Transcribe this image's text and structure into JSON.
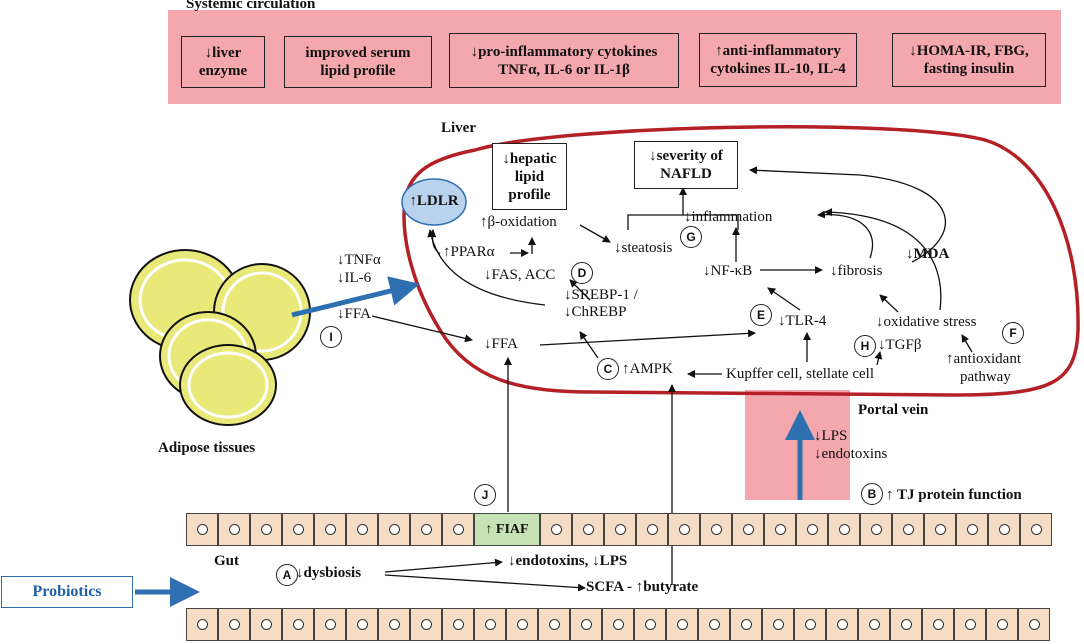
{
  "systemic": {
    "title": "Systemic circulation",
    "boxes": [
      {
        "line1": "↓liver",
        "line2": "enzyme"
      },
      {
        "line1": "improved serum",
        "line2": "lipid profile"
      },
      {
        "line1": "↓pro-inflammatory cytokines",
        "line2": "TNFα, IL-6 or IL-1β"
      },
      {
        "line1": "↑anti-inflammatory",
        "line2": "cytokines IL-10, IL-4"
      },
      {
        "line1": "↓HOMA-IR, FBG,",
        "line2": "fasting insulin"
      }
    ]
  },
  "liver": {
    "title": "Liver",
    "ldlr": "↑LDLR",
    "hepatic_box": {
      "line1": "↓hepatic",
      "line2": "lipid",
      "line3": "profile"
    },
    "severity_box": {
      "line1": "↓severity of",
      "line2": "NAFLD"
    },
    "beta_oxidation": "↑β-oxidation",
    "ppar": "↑PPARα",
    "fas_acc": "↓FAS, ACC",
    "steatosis": "↓steatosis",
    "inflammation": "↓inflammation",
    "mda": "↓MDA",
    "srebp_line1": "↓SREBP-1 /",
    "srebp_line2": "↓ChREBP",
    "nfkb": "↓NF-κB",
    "fibrosis": "↓fibrosis",
    "ffa": "↓FFA",
    "tlr4": "↓TLR-4",
    "oxidative": "↓oxidative stress",
    "tgfb": "↓TGFβ",
    "antioxidant_line1": "↑antioxidant",
    "antioxidant_line2": "pathway",
    "ampk": "↑AMPK",
    "kupffer": "Kupffer cell, stellate cell"
  },
  "adipose": {
    "tnfa": "↓TNFα",
    "il6": "↓IL-6",
    "ffa": "↓FFA",
    "label": "Adipose tissues"
  },
  "portal": {
    "label": "Portal vein",
    "lps": "↓LPS",
    "endotoxins": "↓endotoxins",
    "tj": "↑ TJ protein function"
  },
  "gut": {
    "label": "Gut",
    "fiaf": "↑ FIAF",
    "dysbiosis": "↓dysbiosis",
    "endotoxins_lps": "↓endotoxins, ↓LPS",
    "scfa": "SCFA - ↑butyrate"
  },
  "probiotics": "Probiotics",
  "markers": [
    "A",
    "B",
    "C",
    "D",
    "E",
    "F",
    "G",
    "H",
    "I",
    "J"
  ],
  "colors": {
    "pink": "#f4a7ad",
    "liver_outline": "#b32025",
    "blue_arrow": "#2e6fb0",
    "ldlr_fill": "#b9d3ee",
    "fiaf_fill": "#c7e3b6",
    "cell_fill": "#f5dcc5",
    "adipose_fill": "#e9e97a"
  }
}
